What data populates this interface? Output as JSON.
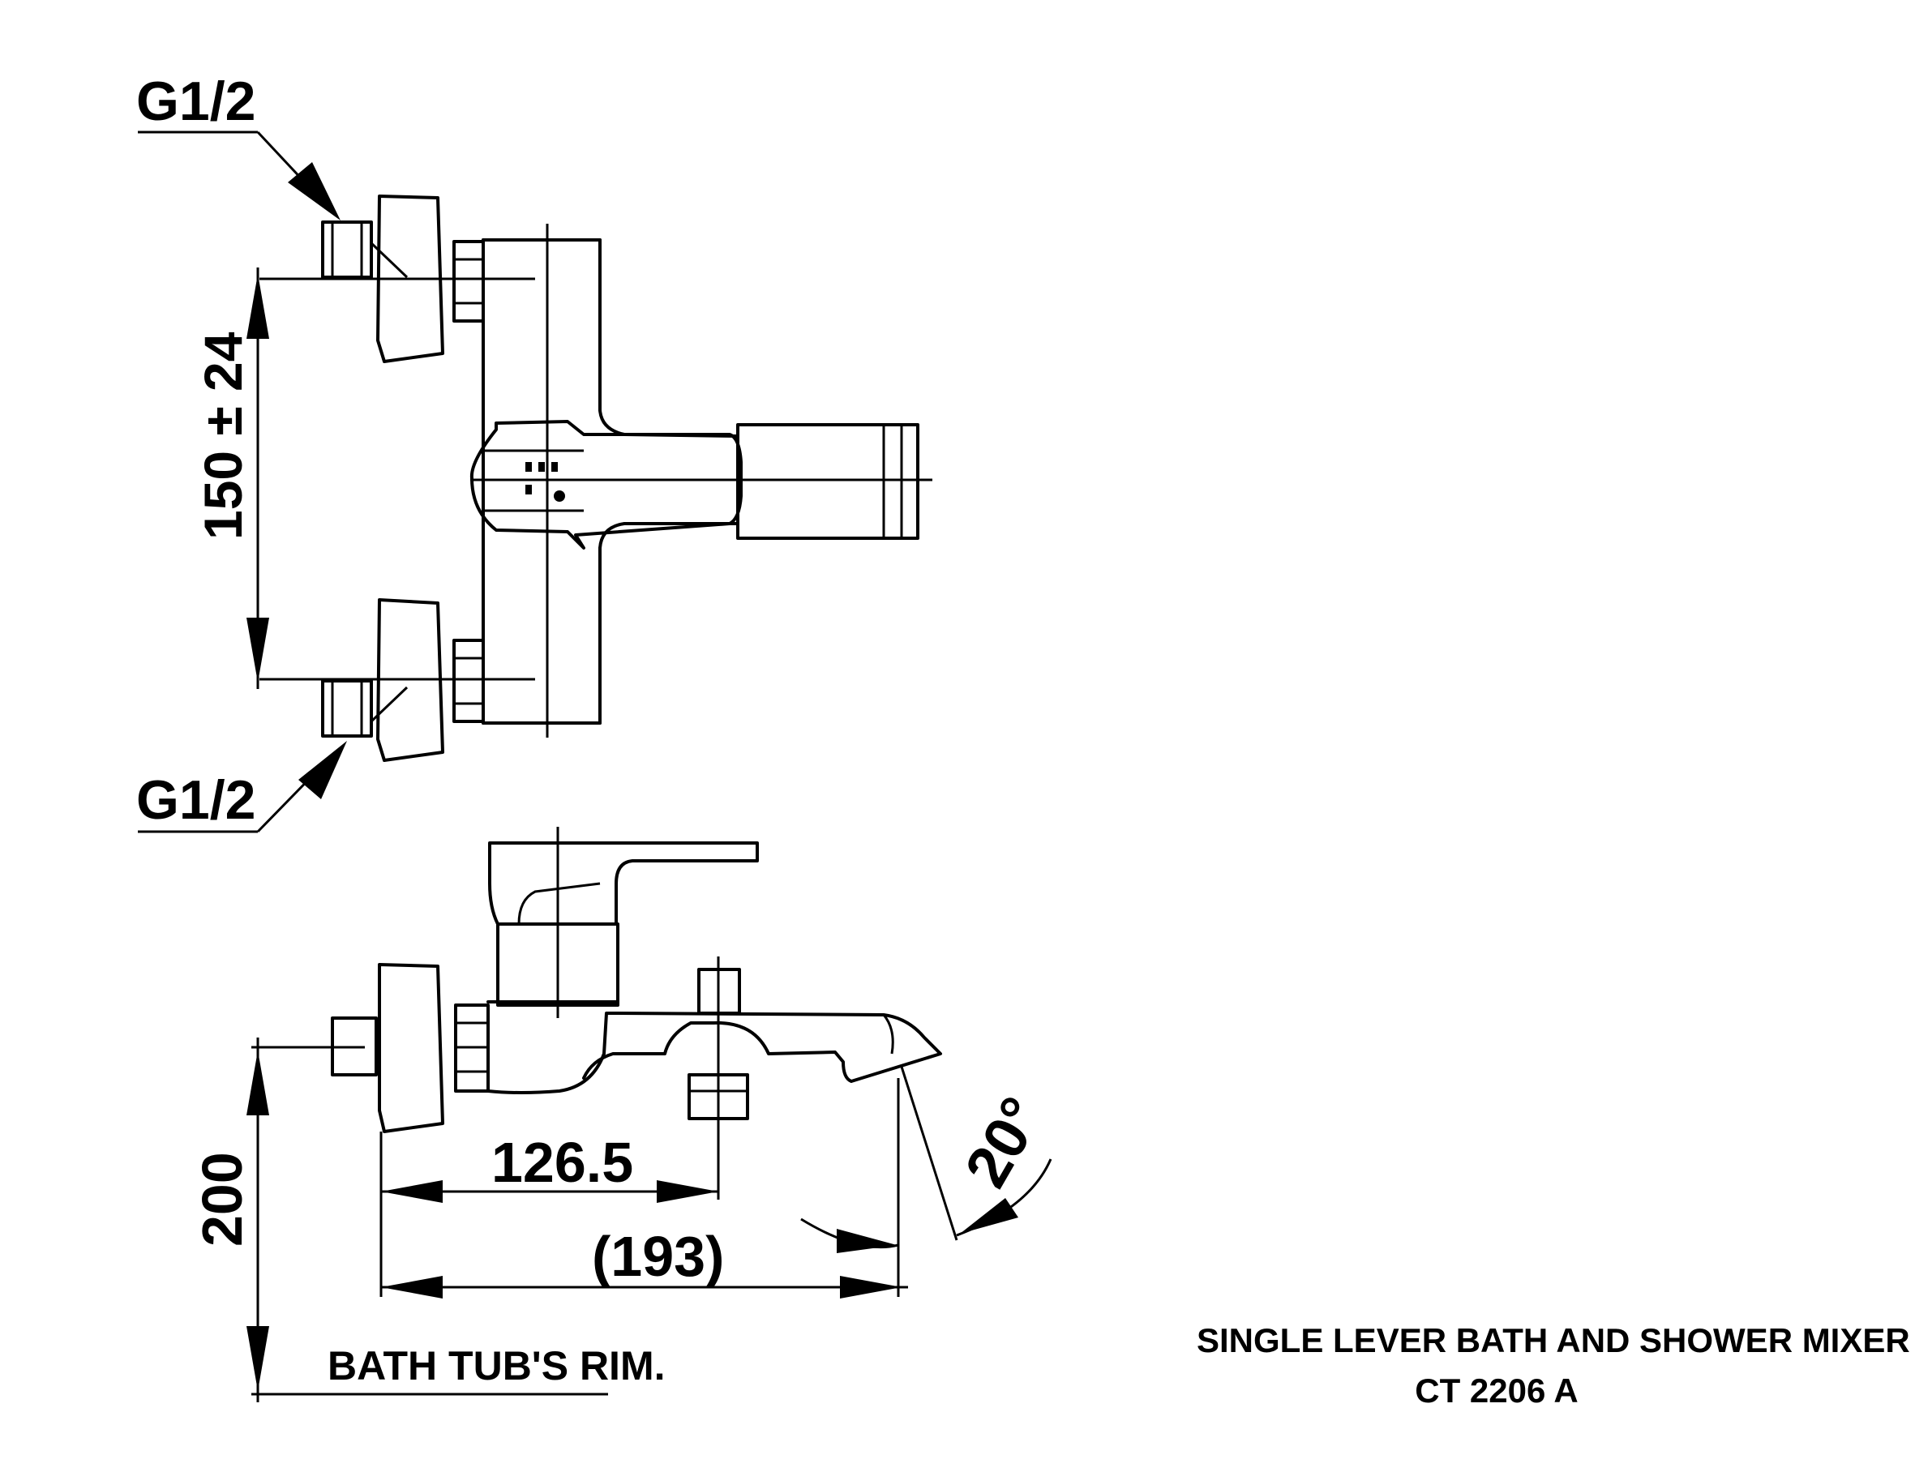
{
  "labels": {
    "thread_top": "G1/2",
    "thread_bottom": "G1/2",
    "center_distance": "150 ± 24",
    "height": "200",
    "spout_outlet": "126.5",
    "projection": "(193)",
    "angle": "20°",
    "rim": "BATH TUB'S RIM."
  },
  "title": {
    "line1": "SINGLE LEVER BATH  AND SHOWER MIXER",
    "line2": "CT 2206 A"
  }
}
